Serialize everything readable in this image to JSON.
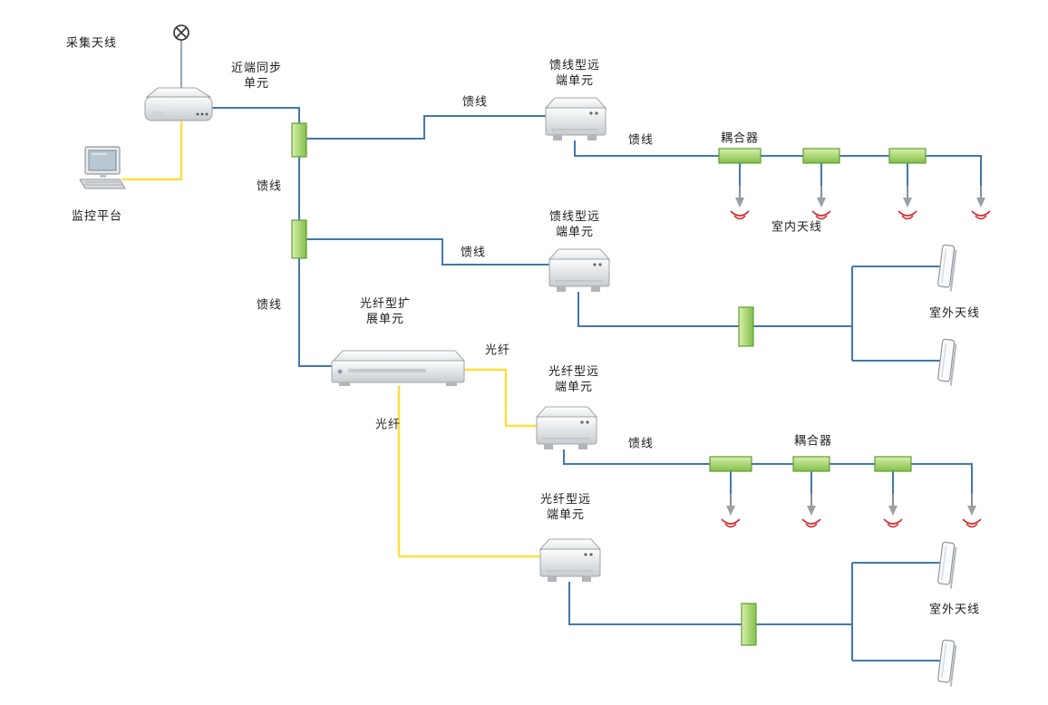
{
  "diagram": {
    "labels": {
      "collection_antenna": "采集天线",
      "near_end_sync_unit": "近端同步\n单元",
      "monitoring_platform": "监控平台",
      "feeder": "馈线",
      "fiber": "光纤",
      "feeder_remote_unit": "馈线型远\n端单元",
      "fiber_remote_unit": "光纤型远\n端单元",
      "fiber_expansion_unit": "光纤型扩\n展单元",
      "coupler": "耦合器",
      "indoor_antenna": "室内天线",
      "outdoor_antenna": "室外天线"
    },
    "colors": {
      "feeder_line": "#4178ad",
      "fiber_line": "#ffdf3d",
      "coupler_stroke": "#5f9e33",
      "signal_wave": "#d02b2b"
    }
  }
}
